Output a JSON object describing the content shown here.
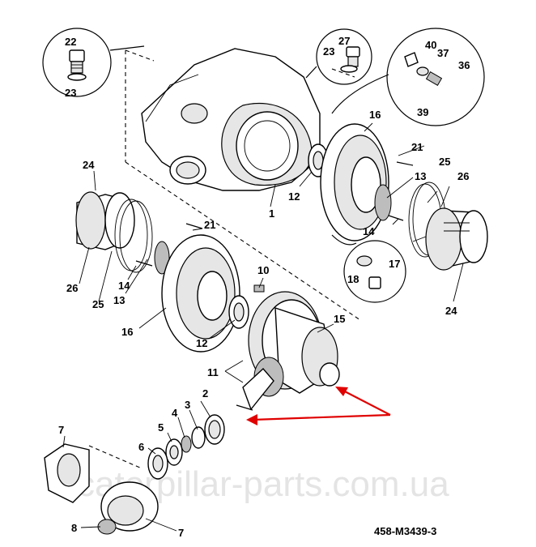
{
  "diagram": {
    "figure_code": "458-M3439-3",
    "watermark": "caterpillar-parts.com.ua",
    "inset_left": {
      "labels": [
        "22",
        "23"
      ]
    },
    "inset_middle": {
      "labels": [
        "27",
        "23"
      ]
    },
    "inset_right": {
      "labels": [
        "40",
        "37",
        "36",
        "39"
      ]
    },
    "inset_bottom": {
      "labels": [
        "17",
        "18"
      ]
    },
    "callouts": {
      "c1": "1",
      "c2": "2",
      "c3": "3",
      "c4": "4",
      "c5": "5",
      "c6": "6",
      "c7a": "7",
      "c7b": "7",
      "c8": "8",
      "c10": "10",
      "c11": "11",
      "c12a": "12",
      "c12b": "12",
      "c13a": "13",
      "c13b": "13",
      "c14a": "14",
      "c14b": "14",
      "c15": "15",
      "c16a": "16",
      "c16b": "16",
      "c21a": "21",
      "c21b": "21",
      "c24a": "24",
      "c24b": "24",
      "c25a": "25",
      "c25b": "25",
      "c26a": "26",
      "c26b": "26"
    },
    "colors": {
      "ink": "#000000",
      "arrow": "#e00000",
      "watermark": "#cfcfcf"
    }
  }
}
